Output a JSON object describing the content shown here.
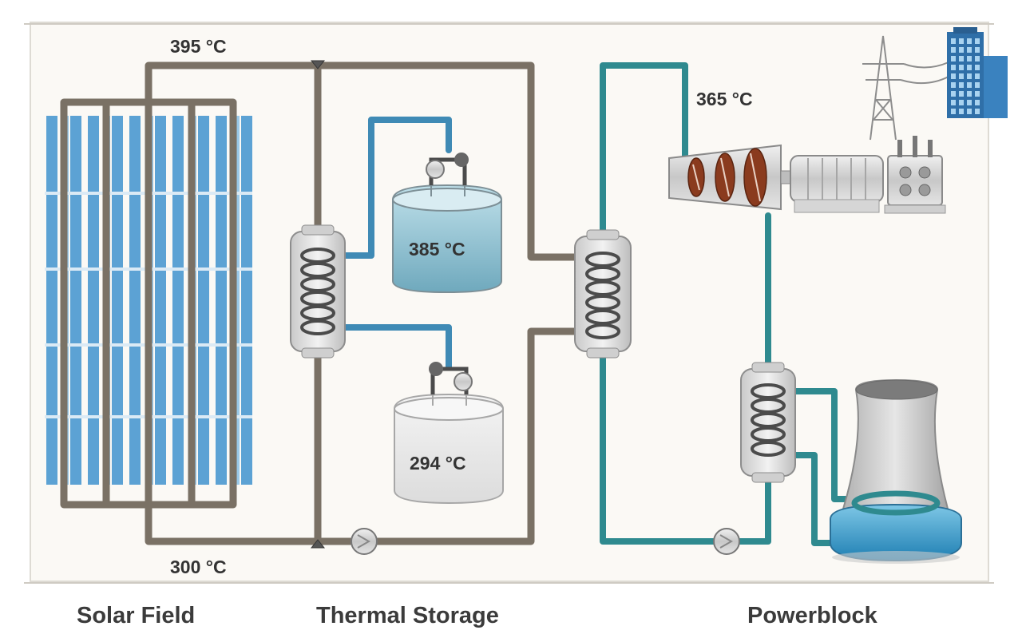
{
  "temperatures": {
    "solar_hot": "395 °C",
    "solar_cold": "300 °C",
    "steam": "365 °C",
    "hot_tank": "385 °C",
    "cold_tank": "294 °C"
  },
  "sections": {
    "solar_field": "Solar Field",
    "thermal_storage": "Thermal Storage",
    "powerblock": "Powerblock"
  },
  "colors": {
    "htf_loop": "#7a7165",
    "salt_loop": "#3f8ab5",
    "steam_loop": "#2f8a8f",
    "collector": "#4a98d0",
    "building": "#2f6fa8"
  }
}
